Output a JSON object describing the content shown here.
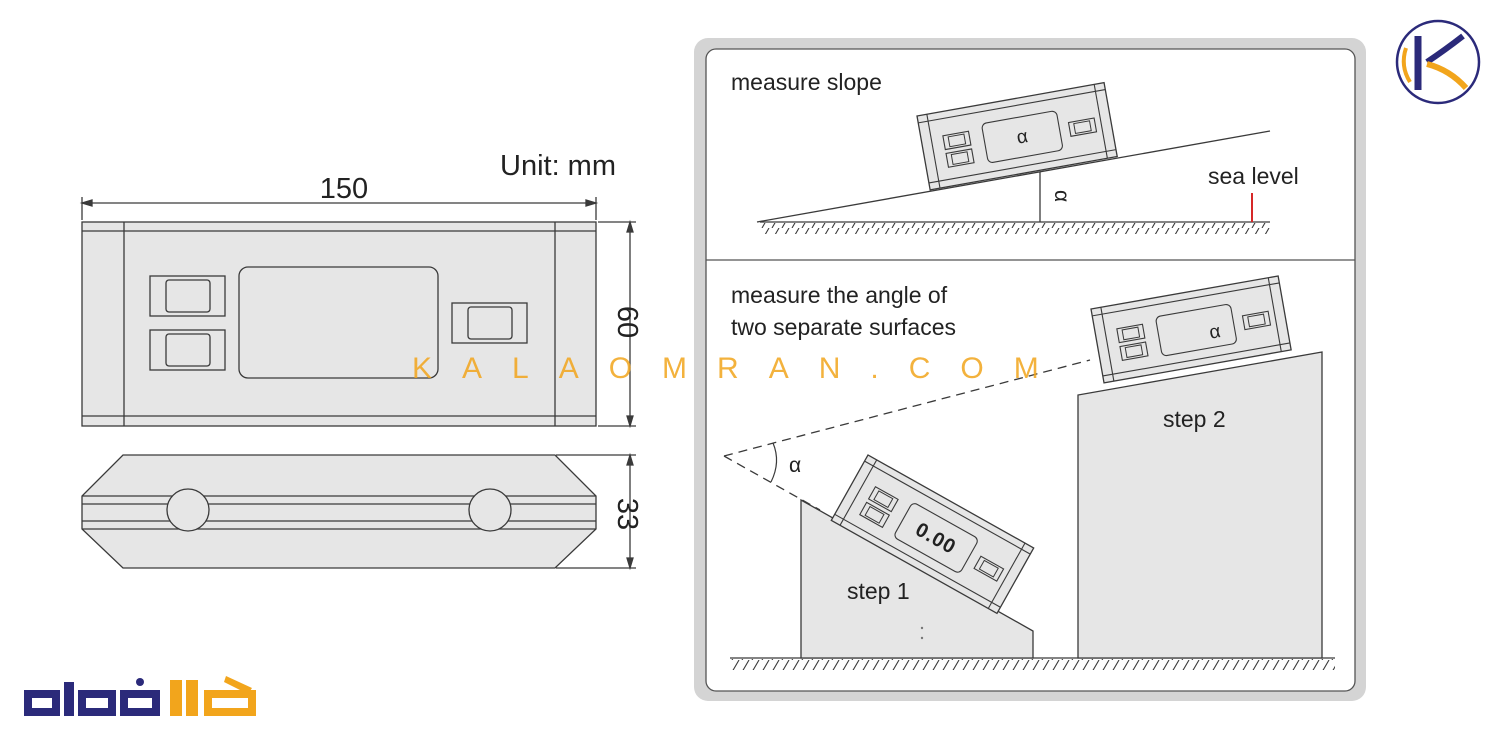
{
  "drawing": {
    "unit_label": "Unit: mm",
    "dim_length": "150",
    "dim_height": "60",
    "dim_thickness": "33"
  },
  "panel": {
    "slope": {
      "title": "measure slope",
      "device_symbol": "α",
      "angle_symbol": "α",
      "sea_level": "sea level"
    },
    "two_surfaces": {
      "title_line1": "measure the angle of",
      "title_line2": "two separate surfaces",
      "angle_symbol": "α",
      "device2_symbol": "α",
      "device1_readout": "0.00",
      "step1": "step 1",
      "step2": "step 2"
    }
  },
  "watermark": "KALAOMRAN.COM",
  "colors": {
    "line": "#3a3a3a",
    "fill": "#e6e6e6",
    "panel_border": "#d4d4d4",
    "brand_navy": "#2b2a7a",
    "brand_orange": "#f2a51c",
    "sea_level_mark": "#d62828"
  }
}
